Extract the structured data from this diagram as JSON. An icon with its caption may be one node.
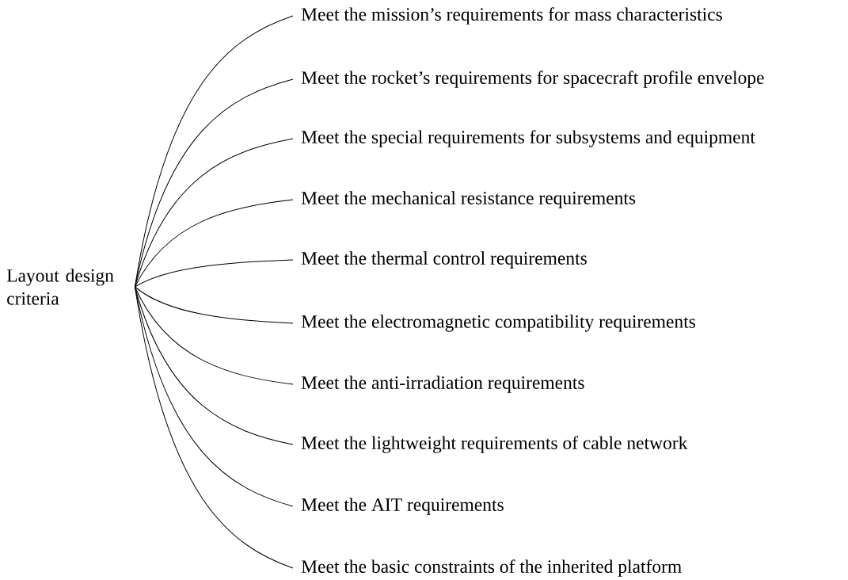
{
  "diagram": {
    "nodes": [
      {
        "text": [
          "Layout design criteria"
        ]
      },
      {
        "text": [
          "Meet the mission’s requirements for mass characteristics"
        ]
      },
      {
        "text": [
          "Meet the rocket’s requirements for spacecraft profile envelope"
        ]
      },
      {
        "text": [
          "Meet the special requirements for subsystems and equipment"
        ]
      },
      {
        "text": [
          "Meet the mechanical resistance requirements"
        ]
      },
      {
        "text": [
          "Meet the thermal control requirements"
        ]
      },
      {
        "text": [
          "Meet the electromagnetic compatibility requirements"
        ]
      },
      {
        "text": [
          "Meet the anti-irradiation requirements"
        ]
      },
      {
        "text": [
          "Meet the lightweight requirements of cable network"
        ]
      },
      {
        "text": [
          "Meet the AIT requirements"
        ]
      },
      {
        "text": [
          "Meet the basic constraints of the inherited platform"
        ]
      }
    ],
    "edges": [
      {
        "from": 0,
        "to": 1,
        "arrow": "none"
      },
      {
        "from": 0,
        "to": 2,
        "arrow": "none"
      },
      {
        "from": 0,
        "to": 3,
        "arrow": "none"
      },
      {
        "from": 0,
        "to": 4,
        "arrow": "none"
      },
      {
        "from": 0,
        "to": 5,
        "arrow": "none"
      },
      {
        "from": 0,
        "to": 6,
        "arrow": "none"
      },
      {
        "from": 0,
        "to": 7,
        "arrow": "none"
      },
      {
        "from": 0,
        "to": 8,
        "arrow": "none"
      },
      {
        "from": 0,
        "to": 9,
        "arrow": "none"
      },
      {
        "from": 0,
        "to": 10,
        "arrow": "none"
      }
    ]
  }
}
